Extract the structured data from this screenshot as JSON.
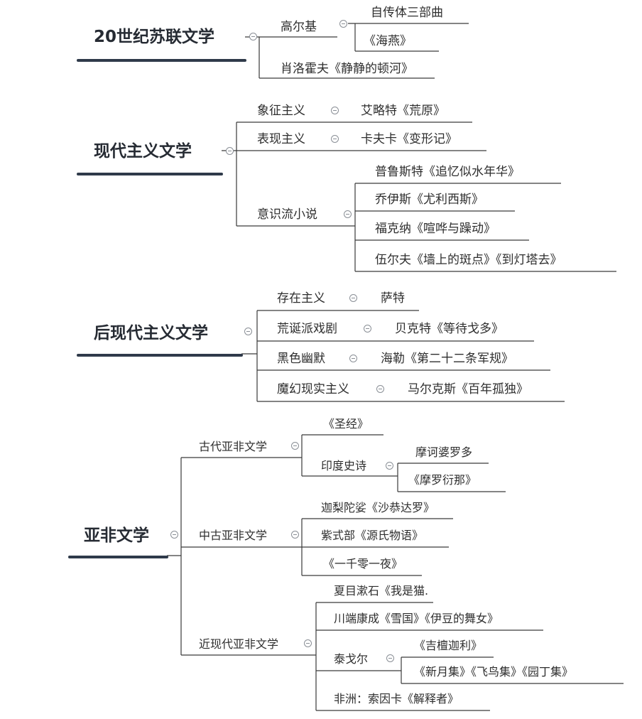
{
  "branches": [
    {
      "title": "20世纪苏联文学",
      "children": [
        {
          "label": "高尔基",
          "children": [
            "自传体三部曲",
            "《海燕》"
          ]
        },
        {
          "label": "肖洛霍夫《静静的顿河》"
        }
      ]
    },
    {
      "title": "现代主义文学",
      "children": [
        {
          "label": "象征主义",
          "children": [
            "艾略特《荒原》"
          ]
        },
        {
          "label": "表现主义",
          "children": [
            "卡夫卡《变形记》"
          ]
        },
        {
          "label": "意识流小说",
          "children": [
            "普鲁斯特《追忆似水年华》",
            "乔伊斯《尤利西斯》",
            "福克纳《喧哗与躁动》",
            "伍尔夫《墙上的斑点》《到灯塔去》"
          ]
        }
      ]
    },
    {
      "title": "后现代主义文学",
      "children": [
        {
          "label": "存在主义",
          "children": [
            "萨特"
          ]
        },
        {
          "label": "荒诞派戏剧",
          "children": [
            "贝克特《等待戈多》"
          ]
        },
        {
          "label": "黑色幽默",
          "children": [
            "海勒《第二十二条军规》"
          ]
        },
        {
          "label": "魔幻现实主义",
          "children": [
            "马尔克斯《百年孤独》"
          ]
        }
      ]
    },
    {
      "title": "亚非文学",
      "children": [
        {
          "label": "古代亚非文学",
          "children": [
            {
              "label": "《圣经》"
            },
            {
              "label": "印度史诗",
              "children": [
                "摩诃婆罗多",
                "《摩罗衍那》"
              ]
            }
          ]
        },
        {
          "label": "中古亚非文学",
          "children": [
            {
              "label": "迦梨陀娑《沙恭达罗》"
            },
            {
              "label": "紫式部《源氏物语》"
            },
            {
              "label": "《一千零一夜》"
            }
          ]
        },
        {
          "label": "近现代亚非文学",
          "children": [
            {
              "label": "夏目漱石《我是猫."
            },
            {
              "label": "川端康成《雪国》《伊豆的舞女》"
            },
            {
              "label": "泰戈尔",
              "children": [
                "《吉檀迦利》",
                "《新月集》《飞鸟集》《园丁集》"
              ]
            },
            {
              "label": "非洲：索因卡《解释者》"
            }
          ]
        }
      ]
    }
  ],
  "colors": {
    "root_underline": "#2f3a4a",
    "line": "#3a3a3a",
    "toggle": "#8a8f96"
  },
  "toggle_icon": "collapse-minus-icon"
}
